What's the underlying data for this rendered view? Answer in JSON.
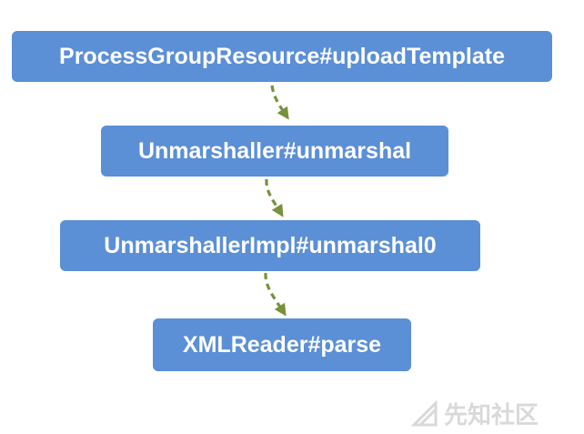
{
  "nodes": [
    {
      "label": "ProcessGroupResource#uploadTemplate"
    },
    {
      "label": "Unmarshaller#unmarshal"
    },
    {
      "label": "UnmarshallerImpl#unmarshal0"
    },
    {
      "label": "XMLReader#parse"
    }
  ],
  "colors": {
    "node_fill": "#5b8fd6",
    "node_text": "#ffffff",
    "arrow": "#76923c",
    "watermark": "#d9d9d9"
  },
  "watermark": {
    "text": "先知社区"
  }
}
